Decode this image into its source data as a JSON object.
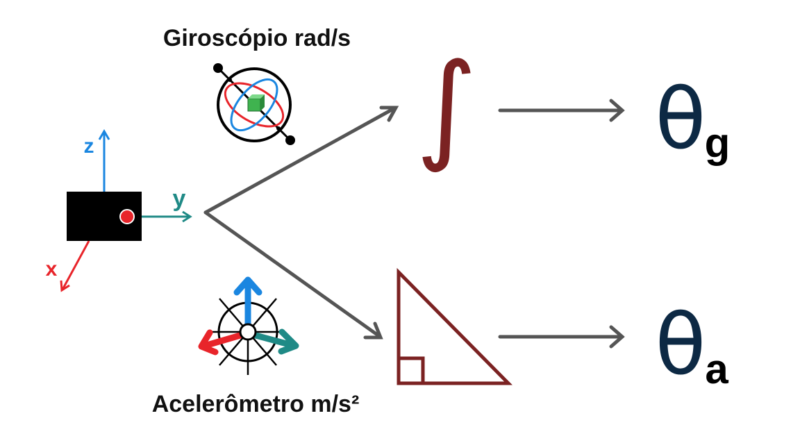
{
  "labels": {
    "gyroscope": "Giroscópio rad/s",
    "accelerometer": "Acelerômetro m/s²"
  },
  "axes": {
    "x": "x",
    "y": "y",
    "z": "z"
  },
  "symbols": {
    "integral": "∫",
    "theta": "θ",
    "gyro_subscript": "g",
    "accel_subscript": "a"
  },
  "colors": {
    "x_axis": "#e8242a",
    "y_axis": "#1f8a86",
    "z_axis": "#1a86e0",
    "arrow": "#555555",
    "integral": "#7b2222",
    "triangle": "#7b2222",
    "theta": "#0d2944",
    "sensor": "#000000",
    "sensor_dot": "#e8242a",
    "gyro_ring_red": "#e8242a",
    "gyro_ring_blue": "#1a86e0",
    "gyro_cube": "#3fb34f"
  },
  "icons": {
    "gyroscope": "gyroscope-icon",
    "accelerometer": "accelerometer-icon",
    "sensor": "sensor-board-icon",
    "triangle": "right-triangle-icon"
  }
}
